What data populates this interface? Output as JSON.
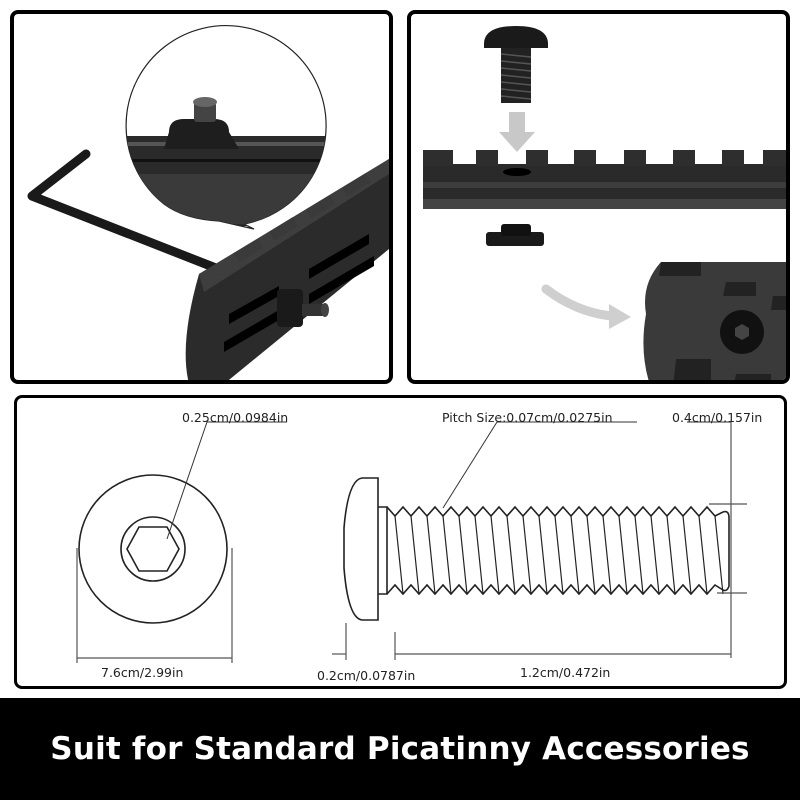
{
  "panels": {
    "top_left": {
      "description": "Hex key wrench and M-LOK rail section with T-nut mounted; magnified callout of T-nut on rail"
    },
    "top_right": {
      "description": "Button-head screw inserted through rail slot, T-nut below, arrow to installed rail section"
    }
  },
  "diagram": {
    "head_view": {
      "hex_label": "0.25cm/0.0984in",
      "diameter_label": "7.6cm/2.99in"
    },
    "side_view": {
      "pitch_label": "Pitch Size:0.07cm/0.0275in",
      "thread_diameter_label": "0.4cm/0.157in",
      "head_height_label": "0.2cm/0.0787in",
      "thread_length_label": "1.2cm/0.472in"
    }
  },
  "banner": {
    "text": "Suit for Standard Picatinny Accessories"
  },
  "colors": {
    "border": "#000000",
    "banner_bg": "#000000",
    "banner_text": "#ffffff",
    "metal_dark": "#1e1e1e",
    "metal_mid": "#3a3a3a",
    "arrow_gray": "#c8c8c8",
    "line": "#333333"
  }
}
